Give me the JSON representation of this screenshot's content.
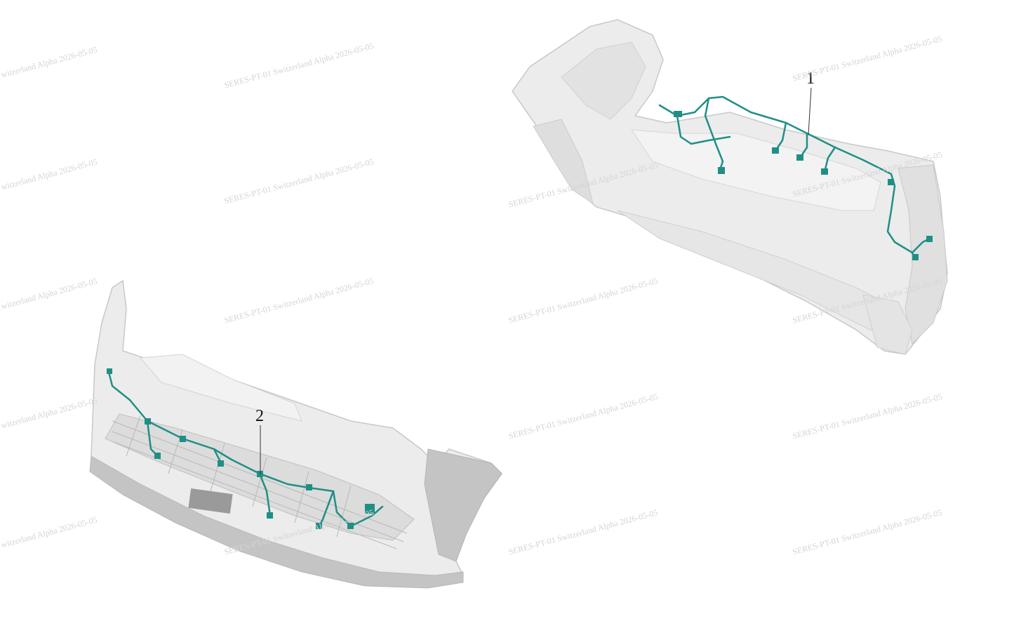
{
  "callouts": [
    {
      "id": "1",
      "label": "1"
    },
    {
      "id": "2",
      "label": "2"
    }
  ],
  "watermark_text": "SERES-PT-01 Switzerland Alpha 2026-05-05",
  "watermark_partial": "witzerland Alpha 2026-05-05",
  "colors": {
    "harness": "#1f8f86",
    "bumper_fill": "#ececec",
    "bumper_edge": "#c8c8c8",
    "bumper_shadow": "#d8d8d8",
    "lip": "#c4c4c4",
    "grille": "#b8b8b8",
    "leader": "#333333",
    "watermark": "#d4d4d4"
  }
}
